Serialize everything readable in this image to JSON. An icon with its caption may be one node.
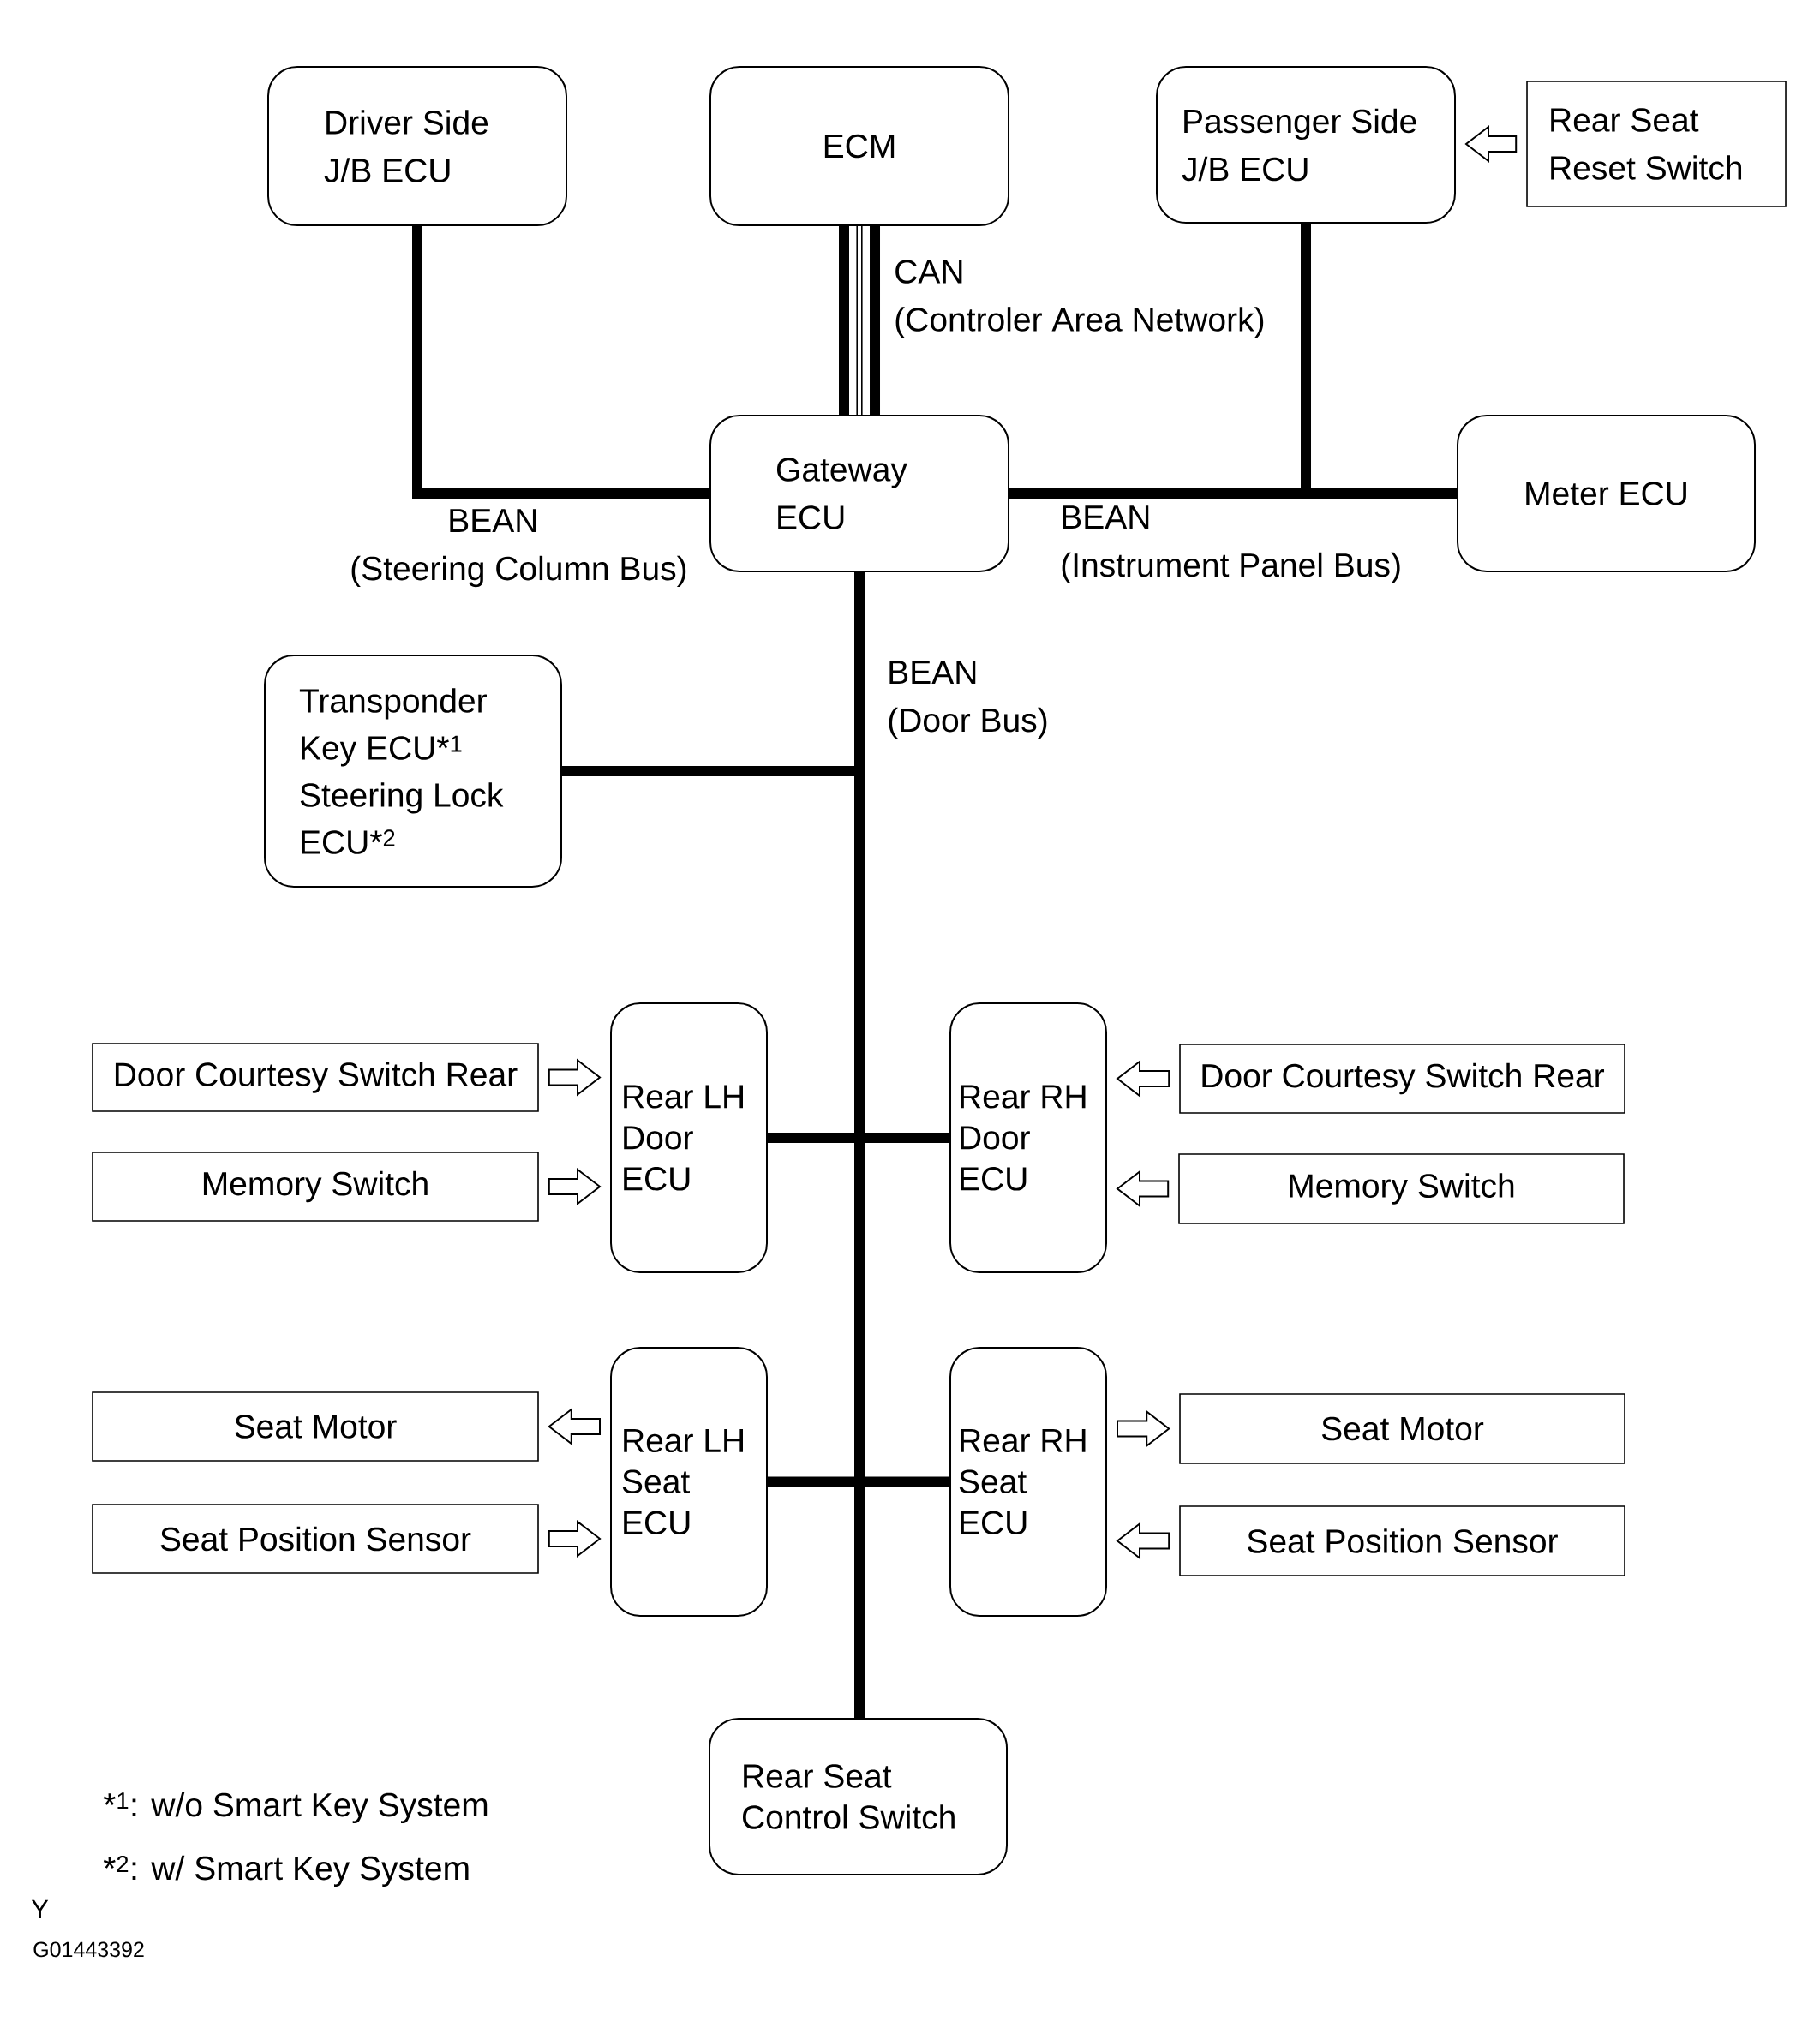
{
  "diagram": {
    "nodes": [
      {
        "text": [
          "Driver Side J/B ECU"
        ]
      },
      {
        "text": [
          "ECM"
        ]
      },
      {
        "text": [
          "Passenger Side J/B ECU"
        ]
      },
      {
        "text": [
          "Rear Seat Reset Switch"
        ]
      },
      {
        "text": [
          "Gateway ECU"
        ]
      },
      {
        "text": [
          "Meter ECU"
        ]
      },
      {
        "text": [
          "Transponder Key ECU*$^{1}$",
          "Steering Lock ECU*$^{2}$"
        ]
      },
      {
        "text": [
          "Door Courtesy Switch Rear"
        ]
      },
      {
        "text": [
          "Rear LH Door ECU"
        ]
      },
      {
        "text": [
          "Rear RH Door ECU"
        ]
      },
      {
        "text": [
          "Door Courtesy Switch Rear"
        ]
      },
      {
        "text": [
          "Memory Switch"
        ]
      },
      {
        "text": [
          "Memory Switch"
        ]
      },
      {
        "text": [
          "Seat Motor"
        ]
      },
      {
        "text": [
          "Rear LH Seat ECU"
        ]
      },
      {
        "text": [
          "Rear RH Seat ECU"
        ]
      },
      {
        "text": [
          "Seat Motor"
        ]
      },
      {
        "text": [
          "Seat Position Sensor"
        ]
      },
      {
        "text": [
          "Seat Position Sensor"
        ]
      },
      {
        "text": [
          "Rear Seat Control Switch"
        ]
      }
    ],
    "edges": [
      {
        "from": 0,
        "to": 4,
        "arrow": "none",
        "label": "BEAN (Steering Column Bus)"
      },
      {
        "from": 1,
        "to": 4,
        "arrow": "none",
        "style": "thick",
        "label": "CAN (Controler Area Network)"
      },
      {
        "from": 4,
        "to": 2,
        "arrow": "none"
      },
      {
        "from": 4,
        "to": 5,
        "arrow": "none",
        "label": "BEAN (Instrument Panel Bus)"
      },
      {
        "from": 3,
        "to": 2,
        "arrow": "to"
      },
      {
        "from": 4,
        "to": 6,
        "arrow": "none"
      },
      {
        "from": 4,
        "to": 8,
        "arrow": "none"
      },
      {
        "from": 4,
        "to": 9,
        "arrow": "none"
      },
      {
        "from": 4,
        "to": 14,
        "arrow": "none"
      },
      {
        "from": 4,
        "to": 15,
        "arrow": "none"
      },
      {
        "from": 4,
        "to": 19,
        "arrow": "none",
        "label": "BEAN (Door Bus)"
      },
      {
        "from": 7,
        "to": 8,
        "arrow": "to"
      },
      {
        "from": 11,
        "to": 8,
        "arrow": "to"
      },
      {
        "from": 10,
        "to": 9,
        "arrow": "to"
      },
      {
        "from": 12,
        "to": 9,
        "arrow": "to"
      },
      {
        "from": 14,
        "to": 13,
        "arrow": "to"
      },
      {
        "from": 17,
        "to": 14,
        "arrow": "to"
      },
      {
        "from": 15,
        "to": 16,
        "arrow": "to"
      },
      {
        "from": 18,
        "to": 15,
        "arrow": "to"
      }
    ],
    "labels": [
      "*$^{1}$: w/o Smart Key System",
      "*$^{2}$: w/ Smart Key System",
      "Y",
      "G01443392"
    ]
  }
}
